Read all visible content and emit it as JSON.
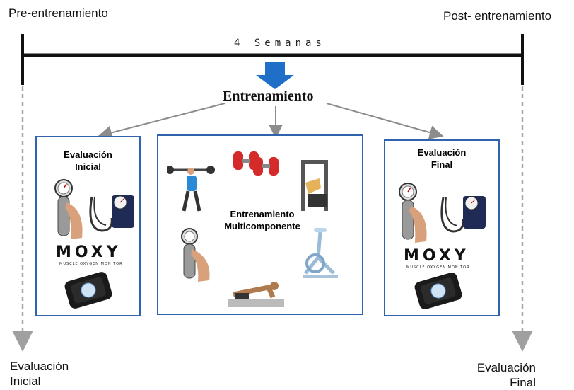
{
  "labels": {
    "pre": "Pre-entrenamiento",
    "post": "Post- entrenamiento",
    "weeks": "4 Semanas",
    "training": "Entrenamiento"
  },
  "boxes": {
    "initial": {
      "title_line1": "Evaluación",
      "title_line2": "Inicial"
    },
    "training": {
      "title_line1": "Entrenamiento",
      "title_line2": "Multicomponente"
    },
    "final": {
      "title_line1": "Evaluación",
      "title_line2": "Final"
    }
  },
  "moxy": {
    "logo": "MOXY",
    "subtitle": "MUSCLE OXYGEN MONITOR"
  },
  "bottom": {
    "left_line1": "Evaluación",
    "left_line2": "Inicial",
    "right_line1": "Evaluación",
    "right_line2": "Final"
  },
  "colors": {
    "box_border": "#2f63ae",
    "down_arrow": "#1f6fc9",
    "connector": "#8c8c8c"
  },
  "icons": [
    "hand-dynamometer-icon",
    "sphygmomanometer-icon",
    "moxy-device-icon",
    "weightlifter-icon",
    "dumbbells-icon",
    "gym-machine-icon",
    "stationary-bike-icon",
    "plank-exercise-icon"
  ]
}
